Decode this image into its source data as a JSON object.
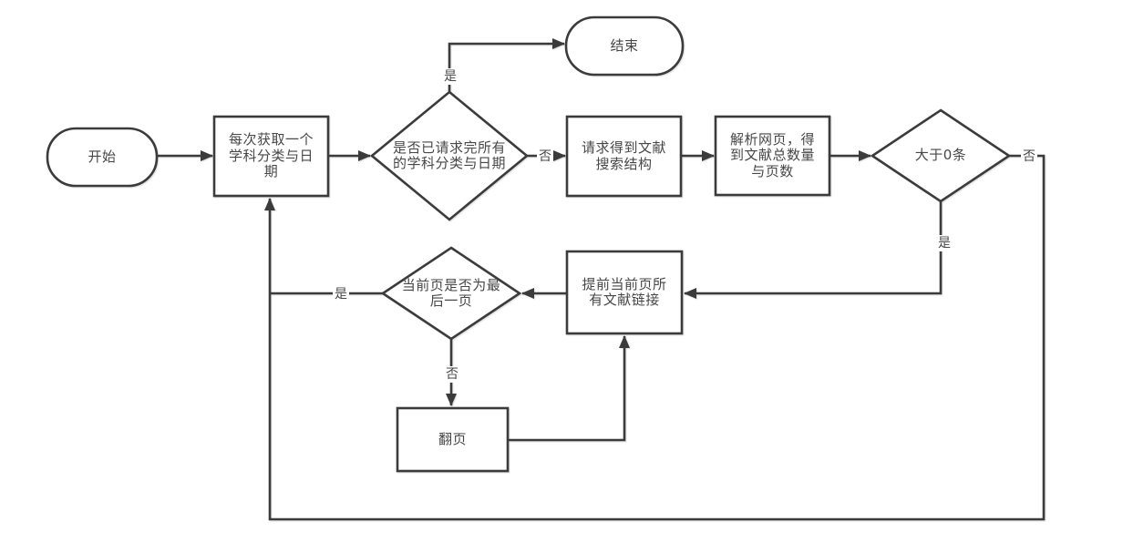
{
  "diagram": {
    "type": "flowchart",
    "background_color": "#ffffff",
    "stroke_color": "#3b3b3b",
    "text_color": "#474747",
    "nodes": [
      {
        "id": "start",
        "shape": "stadium",
        "label": "开始"
      },
      {
        "id": "fetch-category",
        "shape": "rect",
        "label": "每次获取一个学科分类与日期"
      },
      {
        "id": "all-requested",
        "shape": "diamond",
        "label": "是否已请求完所有的学科分类与日期"
      },
      {
        "id": "end",
        "shape": "stadium",
        "label": "结束"
      },
      {
        "id": "request-results",
        "shape": "rect",
        "label": "请求得到文献搜索结构"
      },
      {
        "id": "parse-page",
        "shape": "rect",
        "label": "解析网页，得到文献总数量与页数"
      },
      {
        "id": "gt-zero",
        "shape": "diamond",
        "label": "大于0条"
      },
      {
        "id": "extract-links",
        "shape": "rect",
        "label": "提前当前页所有文献链接"
      },
      {
        "id": "is-last-page",
        "shape": "diamond",
        "label": "当前页是否为最后一页"
      },
      {
        "id": "flip-page",
        "shape": "rect",
        "label": "翻页"
      }
    ],
    "edges": [
      {
        "from": "start",
        "to": "fetch-category",
        "label": ""
      },
      {
        "from": "fetch-category",
        "to": "all-requested",
        "label": ""
      },
      {
        "from": "all-requested",
        "to": "end",
        "label": "是"
      },
      {
        "from": "all-requested",
        "to": "request-results",
        "label": "否"
      },
      {
        "from": "request-results",
        "to": "parse-page",
        "label": ""
      },
      {
        "from": "parse-page",
        "to": "gt-zero",
        "label": ""
      },
      {
        "from": "gt-zero",
        "to": "fetch-category",
        "label": "否"
      },
      {
        "from": "gt-zero",
        "to": "extract-links",
        "label": "是"
      },
      {
        "from": "extract-links",
        "to": "is-last-page",
        "label": ""
      },
      {
        "from": "is-last-page",
        "to": "fetch-category",
        "label": "是"
      },
      {
        "from": "is-last-page",
        "to": "flip-page",
        "label": "否"
      },
      {
        "from": "flip-page",
        "to": "extract-links",
        "label": ""
      }
    ]
  }
}
